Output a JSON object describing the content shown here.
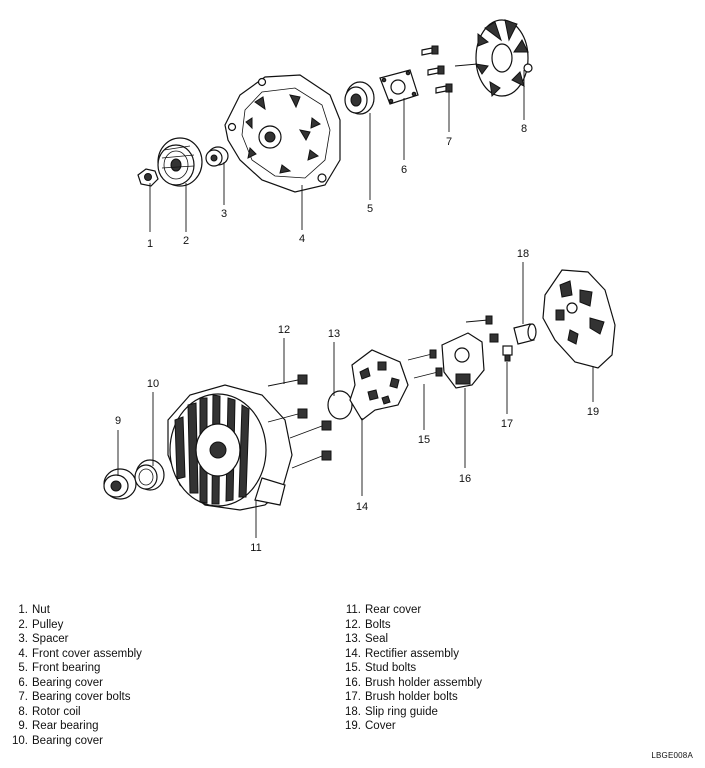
{
  "callouts": [
    "1",
    "2",
    "3",
    "4",
    "5",
    "6",
    "7",
    "8",
    "9",
    "10",
    "11",
    "12",
    "13",
    "14",
    "15",
    "16",
    "17",
    "18",
    "19"
  ],
  "legend": [
    {
      "num": "1.",
      "text": "Nut"
    },
    {
      "num": "2.",
      "text": "Pulley"
    },
    {
      "num": "3.",
      "text": "Spacer"
    },
    {
      "num": "4.",
      "text": "Front cover assembly"
    },
    {
      "num": "5.",
      "text": "Front bearing"
    },
    {
      "num": "6.",
      "text": "Bearing cover"
    },
    {
      "num": "7.",
      "text": "Bearing cover bolts"
    },
    {
      "num": "8.",
      "text": "Rotor coil"
    },
    {
      "num": "9.",
      "text": "Rear bearing"
    },
    {
      "num": "10.",
      "text": "Bearing cover"
    },
    {
      "num": "11.",
      "text": "Rear cover"
    },
    {
      "num": "12.",
      "text": "Bolts"
    },
    {
      "num": "13.",
      "text": "Seal"
    },
    {
      "num": "14.",
      "text": "Rectifier assembly"
    },
    {
      "num": "15.",
      "text": "Stud bolts"
    },
    {
      "num": "16.",
      "text": "Brush holder assembly"
    },
    {
      "num": "17.",
      "text": "Brush holder bolts"
    },
    {
      "num": "18.",
      "text": "Slip ring guide"
    },
    {
      "num": "19.",
      "text": "Cover"
    }
  ],
  "figure_code": "LBGE008A"
}
